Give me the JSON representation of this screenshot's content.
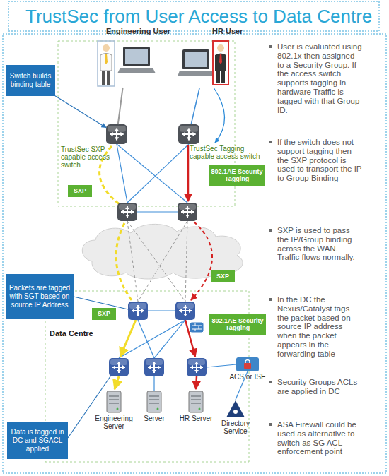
{
  "diagram": {
    "title": "TrustSec from User Access to Data Centre",
    "nodes": [
      {
        "text": [
          "Engineering User"
        ]
      },
      {
        "text": [
          "HR User"
        ]
      },
      {
        "text": [
          "Switch builds binding table"
        ]
      },
      {
        "text": [
          "TrustSec SXP capable access switch"
        ]
      },
      {
        "text": [
          "TrustSec Tagging capable access switch"
        ]
      },
      {
        "text": [
          "SXP"
        ]
      },
      {
        "text": [
          "802.1AE Security Tagging"
        ]
      },
      {
        "text": [
          "SXP"
        ]
      },
      {
        "text": [
          "Packets are tagged with SGT based on source IP Address"
        ]
      },
      {
        "text": [
          "SXP"
        ]
      },
      {
        "text": [
          "802.1AE Security Tagging"
        ]
      },
      {
        "text": [
          "Engineering Server"
        ]
      },
      {
        "text": [
          "Server"
        ]
      },
      {
        "text": [
          "HR Server"
        ]
      },
      {
        "text": [
          "ACS or ISE"
        ]
      },
      {
        "text": [
          "Directory Service"
        ]
      },
      {
        "text": [
          "Data is tagged in DC and SGACL applied"
        ]
      }
    ],
    "edges": [
      {
        "from": 0,
        "to": 3,
        "arrow": "none"
      },
      {
        "from": 1,
        "to": 4,
        "arrow": "none"
      },
      {
        "from": 2,
        "to": 3,
        "arrow": "to"
      }
    ],
    "labels": [
      "User is evaluated using 802.1x then assigned to a Security Group. If the access switch supports tagging in hardware Traffic is tagged with that Group ID.",
      "If the switch does not support tagging then the SXP protocol is used to transport the IP to Group Binding",
      "SXP is used to pass the IP/Group binding across the WAN. Traffic flows normally.",
      "In the DC the Nexus/Catalyst tags the packet based on source IP address when the packet appears in the forwarding table",
      "Security Groups ACLs are applied in DC",
      "ASA Firewall could be used as alternative to switch as SG ACL enforcement point",
      "Data Centre"
    ]
  }
}
